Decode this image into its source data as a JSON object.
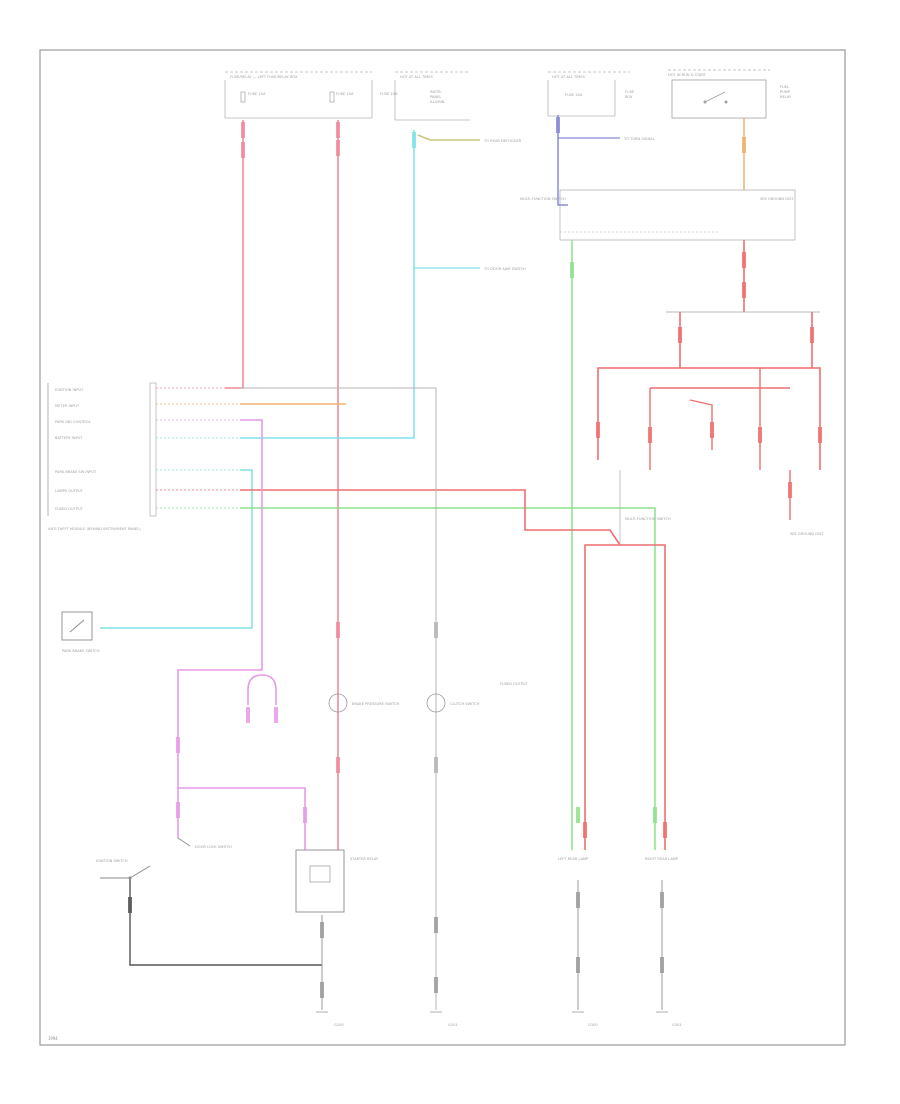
{
  "footer": {
    "code": "1994"
  },
  "colors": {
    "pink": "#f08a9a",
    "red": "#ee6f6f",
    "magenta": "#e79ae8",
    "cyan": "#7fe0e8",
    "green": "#8ee08e",
    "orange": "#f0b070",
    "gray": "#b4b4b4",
    "dark": "#555555",
    "navy": "#8a8ad8",
    "olive": "#c8c87a"
  },
  "modules": {
    "fuse_block_left": {
      "title": "FUSE/RELAY — LEFT FUSE/RELAY BOX",
      "fuse1": "FUSE 15A",
      "fuse2": "FUSE 10A"
    },
    "fuse_block_mid": {
      "title": "HOT AT ALL TIMES",
      "fuse": "FUSE 10A",
      "lines": [
        "INSTR.",
        "PANEL",
        "ILLUMIN."
      ]
    },
    "fuse_block_right": {
      "title": "HOT AT ALL TIMES",
      "fuse": "FUSE 20A",
      "lines": [
        "FUSE",
        "BOX"
      ]
    },
    "relay_box": {
      "title": "HOT IN RUN & START",
      "lines": [
        "FUEL",
        "PUMP",
        "RELAY"
      ]
    },
    "relay_module": {
      "left_label": "MULTI-FUNCTION SWITCH",
      "right_label": "SEE GROUND DIST."
    },
    "left_connector": {
      "pins": [
        "IGNITION INPUT",
        "METER INPUT",
        "PARK IND CONTROL",
        "BATTERY INPUT",
        "PARK BRAKE SW INPUT",
        "LAMPS OUTPUT",
        "FUSED OUTPUT"
      ],
      "caption": "ANTI-THEFT MODULE (BEHIND INSTRUMENT PANEL)"
    }
  },
  "labels": {
    "top_cyan_note": "TO REAR DEFOGGER",
    "mid_cyan_note": "TO DOOR AJAR SWITCH",
    "navy_note": "TO TURN SIGNAL",
    "park_switch": "PARK BRAKE SWITCH",
    "fused_note": "FUSED OUTPUT",
    "ignition_switch": "IGNITION SWITCH",
    "door_lock": "DOOR LOCK SWITCH",
    "brake_pressure": "BRAKE PRESSURE SWITCH",
    "clutch_sw": "CLUTCH SWITCH",
    "ground_note": "SEE GROUND DIST.",
    "module_right": "MULTI-FUNCTION SWITCH",
    "starter_relay": "STARTER RELAY",
    "lamp_left": "LEFT REAR LAMP",
    "lamp_right": "RIGHT REAR LAMP",
    "gnd1": "G200",
    "gnd2": "G201",
    "gnd3": "G300",
    "gnd4": "G301"
  }
}
